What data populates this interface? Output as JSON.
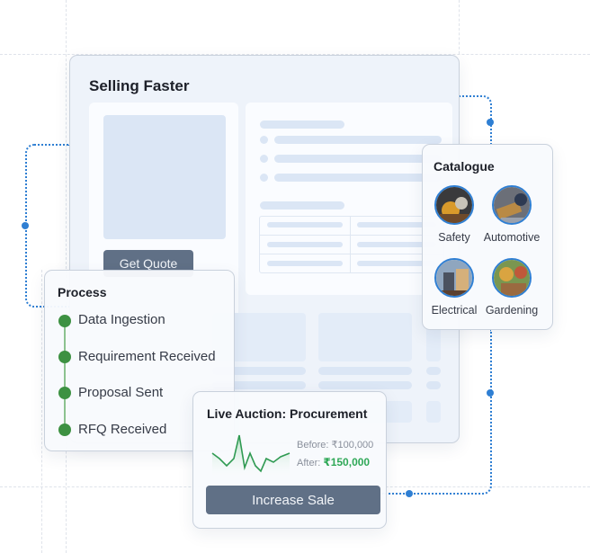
{
  "main_card": {
    "title": "Selling Faster",
    "quote_button": "Get Quote"
  },
  "catalogue": {
    "title": "Catalogue",
    "items": [
      {
        "label": "Safety",
        "icon": "safety-icon"
      },
      {
        "label": "Automotive",
        "icon": "automotive-icon"
      },
      {
        "label": "Electrical",
        "icon": "electrical-icon"
      },
      {
        "label": "Gardening",
        "icon": "gardening-icon"
      }
    ]
  },
  "process": {
    "title": "Process",
    "steps": [
      {
        "label": "Data Ingestion"
      },
      {
        "label": "Requirement Received"
      },
      {
        "label": "Proposal Sent"
      },
      {
        "label": "RFQ Received"
      }
    ]
  },
  "auction": {
    "title": "Live Auction: Procurement",
    "before_label": "Before:",
    "before_value": "₹100,000",
    "after_label": "After:",
    "after_value": "₹150,000",
    "button": "Increase Sale"
  },
  "colors": {
    "accent": "#2f7fd3",
    "step_green": "#3d9142",
    "button": "#607086",
    "price_up": "#2fa857"
  }
}
